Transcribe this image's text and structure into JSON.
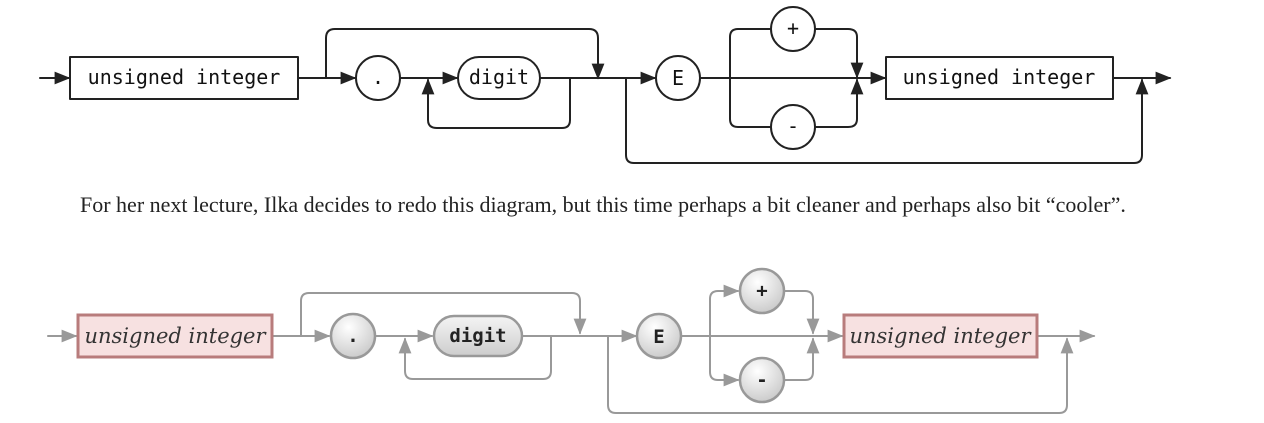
{
  "diagram_rough": {
    "unsigned_integer_1": "unsigned integer",
    "dot": ".",
    "digit": "digit",
    "exponent": "E",
    "plus": "+",
    "minus": "-",
    "unsigned_integer_2": "unsigned integer"
  },
  "paragraph": "For her next lecture, Ilka decides to redo this diagram, but this time perhaps a bit cleaner and perhaps also bit “cooler”.",
  "diagram_clean": {
    "unsigned_integer_1": "unsigned integer",
    "dot": ".",
    "digit": "digit",
    "exponent": "E",
    "plus": "+",
    "minus": "-",
    "unsigned_integer_2": "unsigned integer"
  },
  "colors": {
    "rough_stroke": "#222222",
    "clean_stroke": "#999999",
    "clean_box_border": "#b87c7c",
    "clean_box_fill": "#f7e1e1"
  }
}
